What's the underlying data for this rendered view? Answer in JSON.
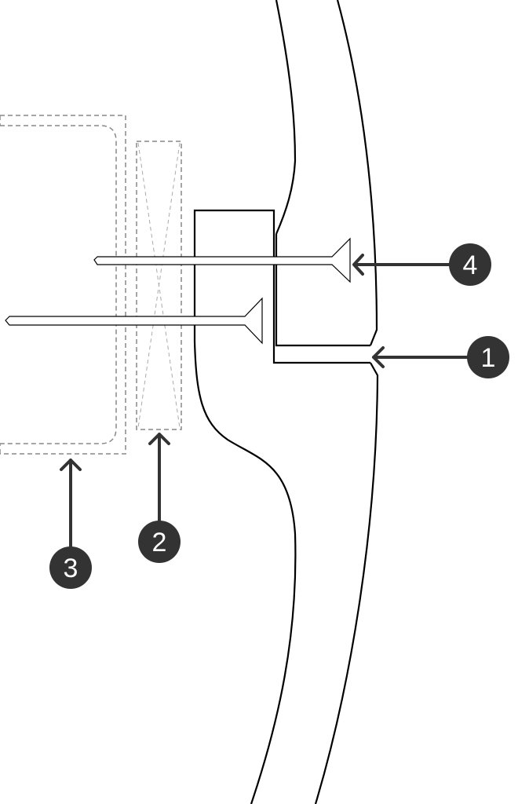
{
  "colors": {
    "line": "#000000",
    "dashed": "#888888",
    "callout_fill": "#333333",
    "callout_text": "#ffffff",
    "background": "#ffffff"
  },
  "callouts": [
    {
      "id": "1",
      "label": "1"
    },
    {
      "id": "2",
      "label": "2"
    },
    {
      "id": "3",
      "label": "3"
    },
    {
      "id": "4",
      "label": "4"
    }
  ]
}
